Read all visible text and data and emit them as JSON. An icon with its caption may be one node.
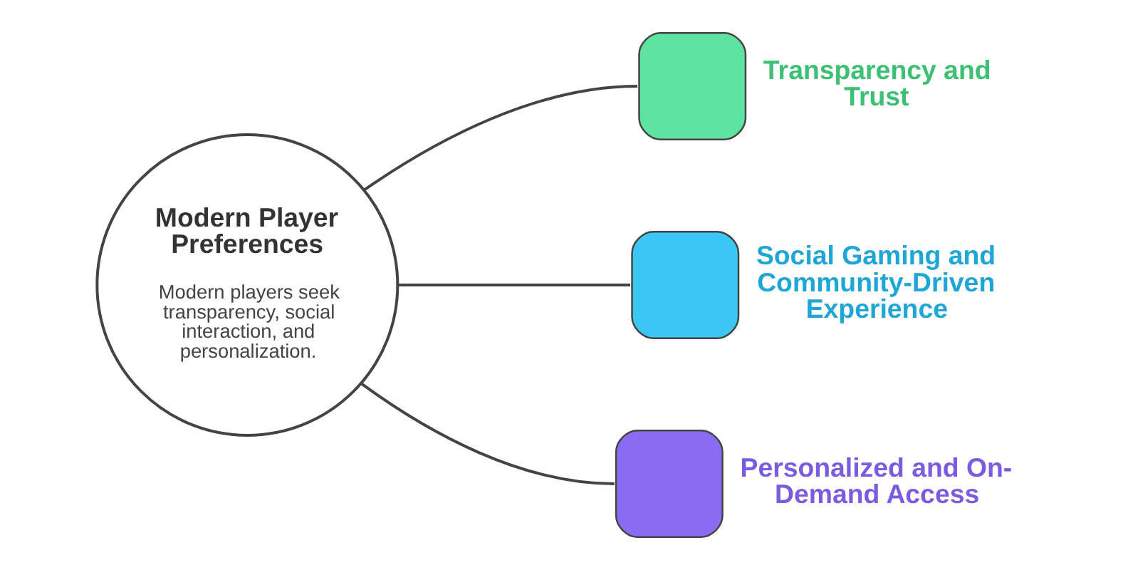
{
  "diagram": {
    "nodes": [
      {
        "text": [
          "Modern Player Preferences",
          "Modern players seek transparency, social interaction, and personalization."
        ]
      },
      {
        "text": [
          "Transparency and Trust"
        ]
      },
      {
        "text": [
          "Social Gaming and Community-Driven Experience"
        ]
      },
      {
        "text": [
          "Personalized and On-Demand Access"
        ]
      }
    ],
    "edges": [
      {
        "from": 0,
        "to": 1,
        "arrow": "none"
      },
      {
        "from": 0,
        "to": 2,
        "arrow": "none"
      },
      {
        "from": 0,
        "to": 3,
        "arrow": "none"
      }
    ]
  }
}
